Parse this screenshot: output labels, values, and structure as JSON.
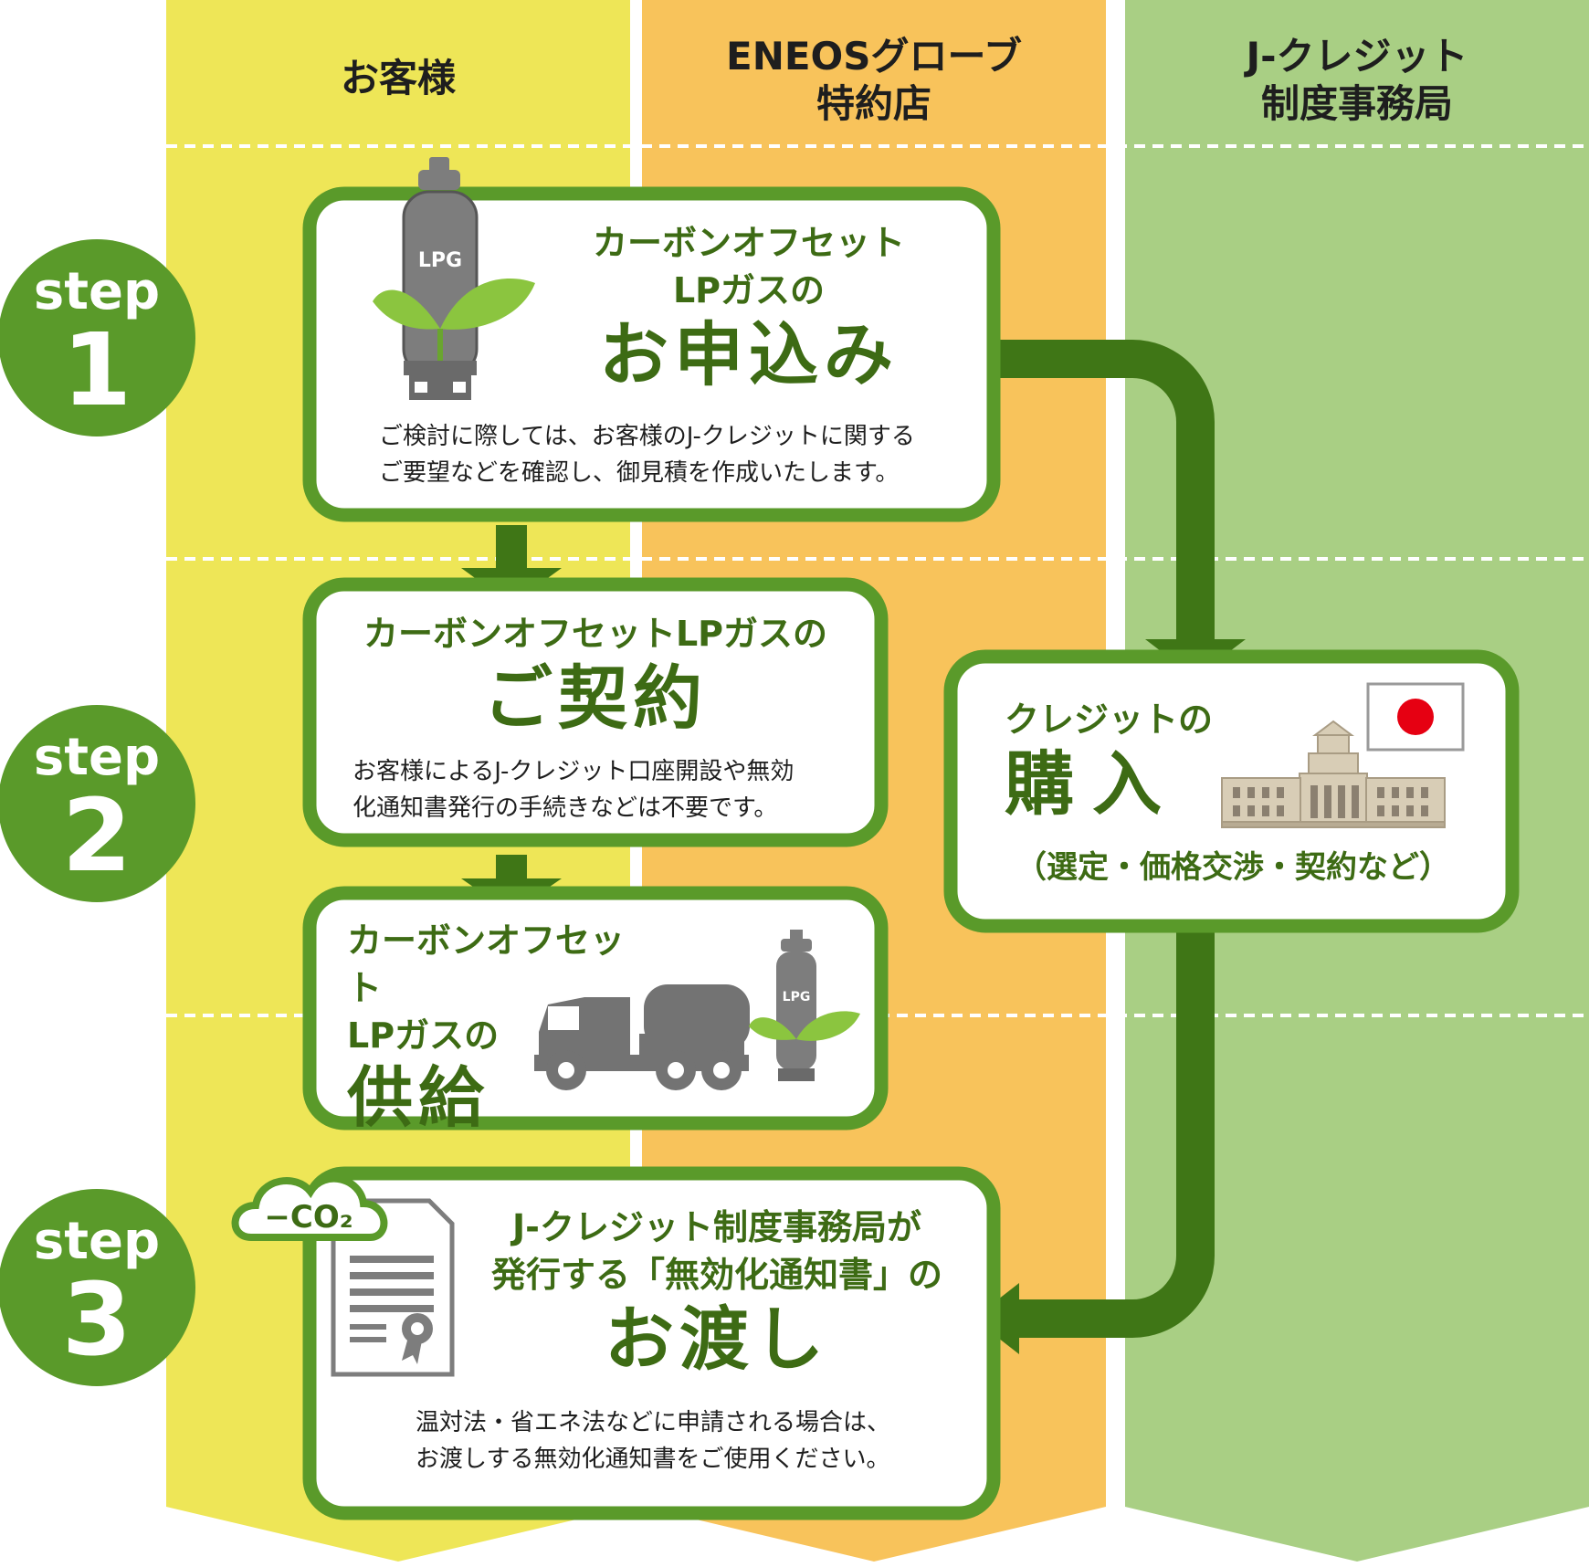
{
  "columns": {
    "customer": {
      "title": "お客様"
    },
    "dealer": {
      "line1": "ENEOSグローブ",
      "line2": "特約店"
    },
    "jcredit": {
      "line1": "J-クレジット",
      "line2": "制度事務局"
    }
  },
  "steps": [
    {
      "word": "step",
      "number": "1"
    },
    {
      "word": "step",
      "number": "2"
    },
    {
      "word": "step",
      "number": "3"
    }
  ],
  "cards": {
    "application": {
      "lead1": "カーボンオフセット",
      "lead2": "LPガスの",
      "big": "お申込み",
      "desc1": "ご検討に際しては、お客様のJ-クレジットに関する",
      "desc2": "ご要望などを確認し、御見積を作成いたします。",
      "cylinder_label": "LPG"
    },
    "contract": {
      "lead": "カーボンオフセットLPガスの",
      "big": "ご契約",
      "desc1": "お客様によるJ-クレジット口座開設や無効",
      "desc2": "化通知書発行の手続きなどは不要です。"
    },
    "supply": {
      "lead1": "カーボンオフセット",
      "lead2": "LPガスの",
      "big": "供給",
      "cylinder_label": "LPG"
    },
    "purchase": {
      "lead": "クレジットの",
      "big": "購入",
      "sub": "（選定・価格交渉・契約など）"
    },
    "delivery": {
      "lead1": "J-クレジット制度事務局が",
      "lead2": "発行する「無効化通知書」の",
      "big": "お渡し",
      "desc1": "温対法・省エネ法などに申請される場合は、",
      "desc2": "お渡しする無効化通知書をご使用ください。",
      "co2_label": "−CO₂"
    }
  },
  "colors": {
    "customer_lane": "#eee657",
    "dealer_lane": "#f8c35b",
    "jcredit_lane": "#a9cf84",
    "card_border": "#5a9a2a",
    "step_circle": "#5a9a2a",
    "arrow": "#3f7616",
    "accent_text": "#3d6b14",
    "icon_gray": "#7d7d7d",
    "leaf": "#8bc53f",
    "flag_red": "#e60012"
  }
}
